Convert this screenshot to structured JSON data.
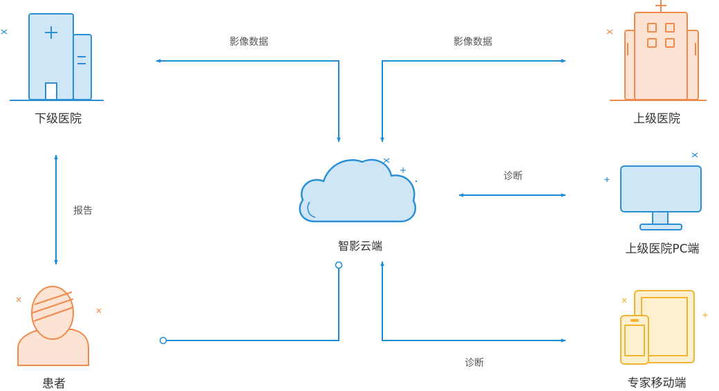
{
  "nodes": {
    "lower_hospital": "下级医院",
    "upper_hospital": "上级医院",
    "cloud": "智影云端",
    "upper_pc": "上级医院PC端",
    "patient": "患者",
    "expert_mobile": "专家移动端"
  },
  "edges": {
    "image_data_left": "影像数据",
    "image_data_right": "影像数据",
    "diagnosis_pc": "诊断",
    "report": "报告",
    "diagnosis_mobile": "诊断"
  },
  "colors": {
    "arrow": "#1a8cd8",
    "blue_stroke": "#2b8fd6",
    "blue_fill": "#cfe6f6",
    "orange_stroke": "#ef8a4c",
    "orange_fill": "#fce3d3",
    "gold_stroke": "#f2b234",
    "gold_fill": "#fdf0cf"
  }
}
